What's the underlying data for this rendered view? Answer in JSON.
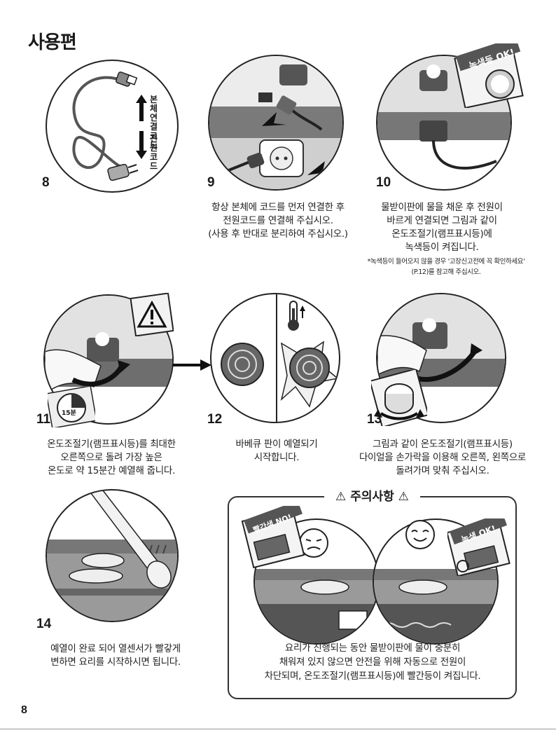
{
  "page": {
    "title": "사용편",
    "number": "8"
  },
  "steps": {
    "s8": {
      "number": "8",
      "label_top": [
        "본체",
        "연결",
        "코드"
      ],
      "label_bottom": [
        "전원",
        "코드"
      ]
    },
    "s9": {
      "number": "9",
      "caption": [
        "항상 본체에 코드를 먼저 연결한 후",
        "전원코드를 연결해 주십시오.",
        "(사용 후 반대로 분리하여 주십시오.)"
      ]
    },
    "s10": {
      "number": "10",
      "badge": "녹색등 OK!",
      "caption": [
        "물받이판에 물을 채운 후 전원이",
        "바르게 연결되면 그림과 같이",
        "온도조절기(램프표시등)에",
        "녹색등이 켜집니다."
      ],
      "note": [
        "*녹색등이 들어오지 않을 경우 '고장신고전에 꼭 확인하세요'",
        "(P.12)를 참고해 주십시오."
      ]
    },
    "s11": {
      "number": "11",
      "timer": "15분",
      "caption": [
        "온도조절기(램프표시등)를 최대한",
        "오른쪽으로 돌려 가장 높은",
        "온도로 약 15분간 예열해 줍니다."
      ]
    },
    "s12": {
      "number": "12",
      "caption": [
        "바베큐 판이 예열되기",
        "시작합니다."
      ]
    },
    "s13": {
      "number": "13",
      "caption": [
        "그림과 같이 온도조절기(램프표시등)",
        "다이얼을 손가락을 이용해 오른쪽, 왼쪽으로",
        "돌려가며 맞춰 주십시오."
      ]
    },
    "s14": {
      "number": "14",
      "caption": [
        "예열이 완료 되어 열센서가 빨갛게",
        "변하면 요리를 시작하시면 됩니다."
      ]
    }
  },
  "caution": {
    "title": "⚠ 주의사항 ⚠",
    "badge_red": "빨간색 NO!",
    "badge_green": "녹색 OK!",
    "caption": [
      "요리가 진행되는 동안 물받이판에 물이 충분히",
      "채워져 있지 않으면 안전을 위해 자동으로 전원이",
      "차단되며, 온도조절기(램프표시등)에 빨간등이 켜집니다."
    ]
  },
  "icons": [
    "plug-icon",
    "warning-icon",
    "timer-icon",
    "thermometer-icon",
    "grill-plate-icon",
    "sad-face-icon",
    "happy-face-icon",
    "arrow-icon",
    "hand-icon"
  ]
}
